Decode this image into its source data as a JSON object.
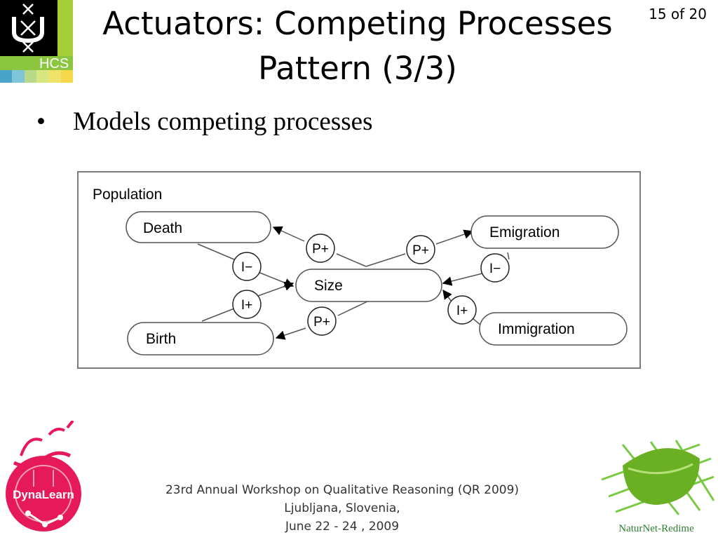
{
  "header": {
    "logo_text": "HCS",
    "title_line1": "Actuators: Competing Processes",
    "title_line2": "Pattern (3/3)",
    "page_indicator": "15 of 20"
  },
  "body": {
    "bullet_symbol": "•",
    "bullet_text": "Models competing processes"
  },
  "diagram": {
    "container_label": "Population",
    "nodes": {
      "death": "Death",
      "birth": "Birth",
      "size": "Size",
      "emigration": "Emigration",
      "immigration": "Immigration"
    },
    "relations": {
      "p_death": "P+",
      "i_death": "I−",
      "i_birth": "I+",
      "p_birth": "P+",
      "p_emigration": "P+",
      "i_emigration": "I−",
      "i_immigration": "I+"
    }
  },
  "footer": {
    "line1": "23rd Annual Workshop on Qualitative Reasoning (QR 2009)",
    "line2": "Ljubljana, Slovenia,",
    "line3": "June 22 - 24 , 2009"
  },
  "logos": {
    "dynalearn": "DynaLearn",
    "naturnet": "NaturNet-Redime"
  },
  "colors": {
    "uva_green": "#8cc63f",
    "dynalearn_pink": "#e6195a",
    "naturnet_green": "#6ab023"
  }
}
